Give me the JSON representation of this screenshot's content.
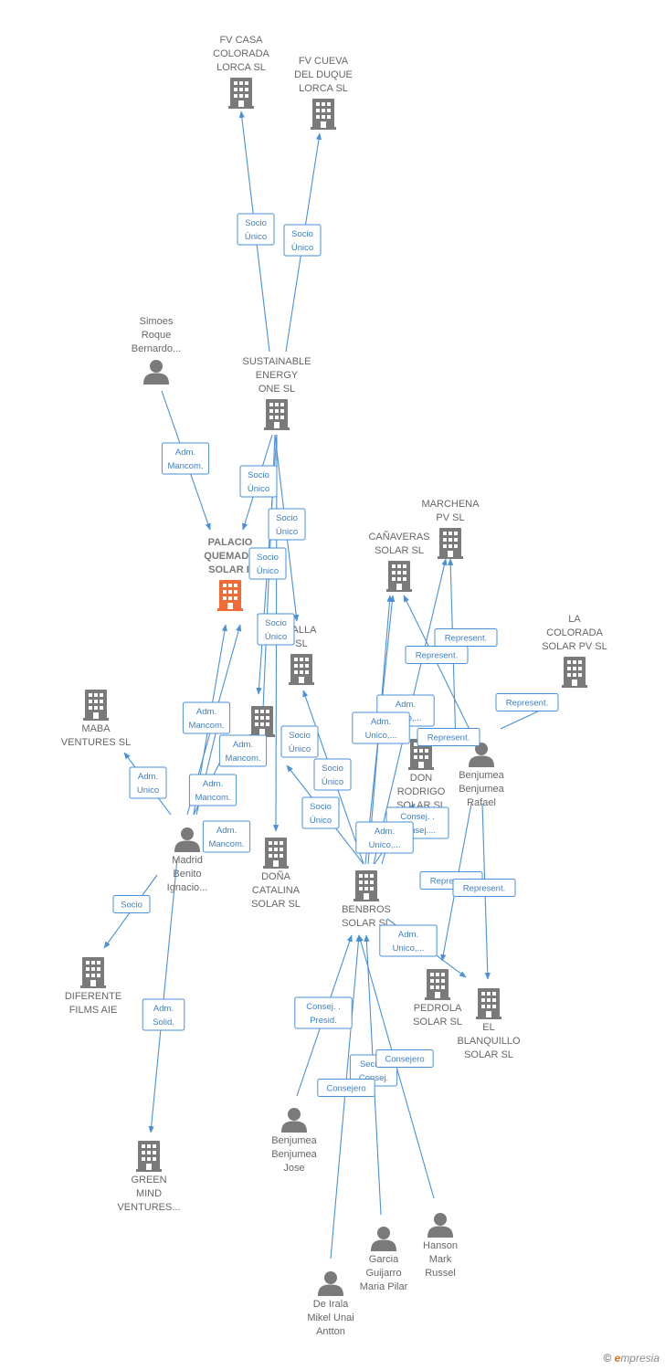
{
  "nodes": [
    {
      "id": "fvcasa",
      "kind": "company",
      "lines": [
        "FV CASA",
        "COLORADA",
        "LORCA SL"
      ]
    },
    {
      "id": "fvcueva",
      "kind": "company",
      "lines": [
        "FV CUEVA",
        "DEL DUQUE",
        "LORCA SL"
      ]
    },
    {
      "id": "simoes",
      "kind": "person",
      "lines": [
        "Simoes",
        "Roque",
        "Bernardo..."
      ]
    },
    {
      "id": "sustainable",
      "kind": "company",
      "lines": [
        "SUSTAINABLE",
        "ENERGY",
        "ONE  SL"
      ]
    },
    {
      "id": "palacio",
      "kind": "focus",
      "lines": [
        "PALACIO",
        "QUEMADO",
        "SOLAR II"
      ]
    },
    {
      "id": "marchena",
      "kind": "company",
      "lines": [
        "MARCHENA",
        "PV  SL"
      ]
    },
    {
      "id": "canaveras",
      "kind": "company",
      "lines": [
        "CAÑAVERAS",
        "SOLAR  SL"
      ]
    },
    {
      "id": "talla",
      "kind": "company",
      "lines": [
        "TALLA",
        "SL"
      ]
    },
    {
      "id": "lacolorada",
      "kind": "company",
      "lines": [
        "LA",
        "COLORADA",
        "SOLAR PV  SL"
      ]
    },
    {
      "id": "maba",
      "kind": "company",
      "lines": [
        "MABA",
        "VENTURES  SL"
      ]
    },
    {
      "id": "hidden",
      "kind": "company",
      "lines": []
    },
    {
      "id": "donrodrigo",
      "kind": "company",
      "lines": [
        "DON",
        "RODRIGO",
        "SOLAR  SL"
      ]
    },
    {
      "id": "benjrafael",
      "kind": "person",
      "lines": [
        "Benjumea",
        "Benjumea",
        "Rafael"
      ]
    },
    {
      "id": "madrid",
      "kind": "person",
      "lines": [
        "Madrid",
        "Benito",
        "Ignacio..."
      ]
    },
    {
      "id": "donacatalina",
      "kind": "company",
      "lines": [
        "DOÑA",
        "CATALINA",
        "SOLAR  SL"
      ]
    },
    {
      "id": "benbros",
      "kind": "company",
      "lines": [
        "BENBROS",
        "SOLAR  SL"
      ]
    },
    {
      "id": "diferente",
      "kind": "company",
      "lines": [
        "DIFERENTE",
        "FILMS  AIE"
      ]
    },
    {
      "id": "pedrola",
      "kind": "company",
      "lines": [
        "PEDROLA",
        "SOLAR  SL"
      ]
    },
    {
      "id": "blanquillo",
      "kind": "company",
      "lines": [
        "EL",
        "BLANQUILLO",
        "SOLAR  SL"
      ]
    },
    {
      "id": "benjjose",
      "kind": "person",
      "lines": [
        "Benjumea",
        "Benjumea",
        "Jose"
      ]
    },
    {
      "id": "greenmind",
      "kind": "company",
      "lines": [
        "GREEN",
        "MIND",
        "VENTURES..."
      ]
    },
    {
      "id": "garcia",
      "kind": "person",
      "lines": [
        "Garcia",
        "Guijarro",
        "Maria Pilar"
      ]
    },
    {
      "id": "hanson",
      "kind": "person",
      "lines": [
        "Hanson",
        "Mark",
        "Russel"
      ]
    },
    {
      "id": "deirala",
      "kind": "person",
      "lines": [
        "De Irala",
        "Mikel Unai",
        "Antton"
      ]
    }
  ],
  "edges": [
    {
      "lines": [
        "Socio",
        "Único"
      ]
    },
    {
      "lines": [
        "Socio",
        "Único"
      ]
    },
    {
      "lines": [
        "Adm.",
        "Mancom."
      ]
    },
    {
      "lines": [
        "Socio",
        "Único"
      ]
    },
    {
      "lines": [
        "Socio",
        "Único"
      ]
    },
    {
      "lines": [
        "Socio",
        "Único"
      ]
    },
    {
      "lines": [
        "Socio",
        "Único"
      ]
    },
    {
      "lines": [
        "Socio",
        "Único"
      ]
    },
    {
      "lines": [
        "Socio",
        "Único"
      ]
    },
    {
      "lines": [
        "Socio",
        "Único"
      ]
    },
    {
      "lines": [
        "Socio",
        "Único"
      ]
    },
    {
      "lines": [
        "Adm.",
        "Mancom."
      ]
    },
    {
      "lines": [
        "Adm.",
        "Mancom."
      ]
    },
    {
      "lines": [
        "Adm.",
        "Mancom."
      ]
    },
    {
      "lines": [
        "Adm.",
        "Mancom."
      ]
    },
    {
      "lines": [
        "Adm.",
        "Unico"
      ]
    },
    {
      "lines": [
        "Socio"
      ]
    },
    {
      "lines": [
        "Adm.",
        "Solid."
      ]
    },
    {
      "lines": [
        "Represent."
      ]
    },
    {
      "lines": [
        "Represent."
      ]
    },
    {
      "lines": [
        "Represent."
      ]
    },
    {
      "lines": [
        "Represent."
      ]
    },
    {
      "lines": [
        "Adm.",
        "Unico,..."
      ]
    },
    {
      "lines": [
        "Adm.",
        "Unico,..."
      ]
    },
    {
      "lines": [
        "Consej. .",
        "Consej...."
      ]
    },
    {
      "lines": [
        "Adm.",
        "Unico,..."
      ]
    },
    {
      "lines": [
        "Represent."
      ]
    },
    {
      "lines": [
        "Represent."
      ]
    },
    {
      "lines": [
        "Adm.",
        "Unico,..."
      ]
    },
    {
      "lines": [
        "Consej. .",
        "Presid."
      ]
    },
    {
      "lines": [
        "Secret.",
        "Consej."
      ]
    },
    {
      "lines": [
        "Consejero"
      ]
    },
    {
      "lines": [
        "Consejero"
      ]
    }
  ],
  "colors": {
    "edge": "#4a90d9",
    "node": "#7a7a7a",
    "focus": "#f26a35",
    "label": "#666666"
  },
  "brand": {
    "symbol": "©",
    "name": "mpresia",
    "initial": "e"
  }
}
